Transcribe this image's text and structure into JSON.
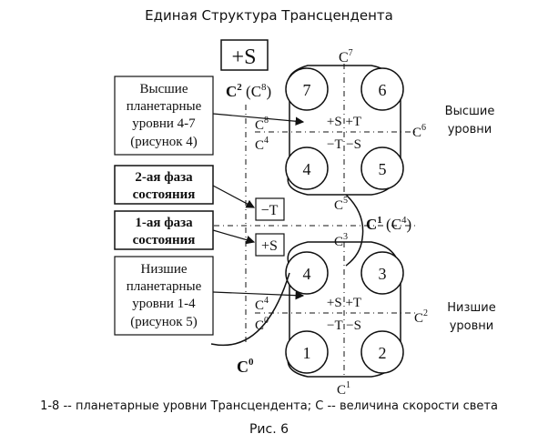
{
  "title": "Единая Структура Трансцендента",
  "caption": "1-8 -- планетарные уровни Трансцендента; С -- величина скорости света",
  "figure_label": "Рис. 6",
  "plus_s_box": "+S",
  "boxes": {
    "upper": [
      "Высшие",
      "планетарные",
      "уровни 4-7",
      "(рисунок 4)"
    ],
    "phase2": [
      "2-ая фаза",
      "состояния"
    ],
    "phase1": [
      "1-ая фаза",
      "состояния"
    ],
    "lower": [
      "Низшие",
      "планетарные",
      "уровни 1-4",
      "(рисунок 5)"
    ]
  },
  "small_boxes": {
    "minus_t": "−T",
    "plus_s": "+S"
  },
  "side_labels": {
    "upper": [
      "Высшие",
      "уровни"
    ],
    "lower": [
      "Низшие",
      "уровни"
    ]
  },
  "upper_group": {
    "circles": [
      "7",
      "6",
      "4",
      "5"
    ],
    "top_row": "+S +T",
    "bottom_row": "−T −S"
  },
  "lower_group": {
    "circles": [
      "4",
      "3",
      "1",
      "2"
    ],
    "top_row": "+S +T",
    "bottom_row": "−T −S"
  },
  "c_labels": {
    "c7": {
      "base": "C",
      "sup": "7"
    },
    "c2": {
      "base": "C",
      "sup": "2",
      "paren": " (C",
      "paren_sup": "8",
      "close": ")"
    },
    "c8": {
      "base": "C",
      "sup": "8"
    },
    "c4_upper": {
      "base": "C",
      "sup": "4"
    },
    "c6": {
      "base": "C",
      "sup": "6"
    },
    "c5": {
      "base": "C",
      "sup": "5"
    },
    "c1_big": {
      "base": "C",
      "sup": "1",
      "paren": " (C",
      "paren_sup": "4",
      "close": ")"
    },
    "c3": {
      "base": "C",
      "sup": "3"
    },
    "c4_lower": {
      "base": "C",
      "sup": "4"
    },
    "c0_small": {
      "base": "C",
      "sup": "0"
    },
    "c2_right": {
      "base": "C",
      "sup": "2"
    },
    "c0_big": {
      "base": "C",
      "sup": "0"
    },
    "c1_bottom": {
      "base": "C",
      "sup": "1"
    }
  }
}
